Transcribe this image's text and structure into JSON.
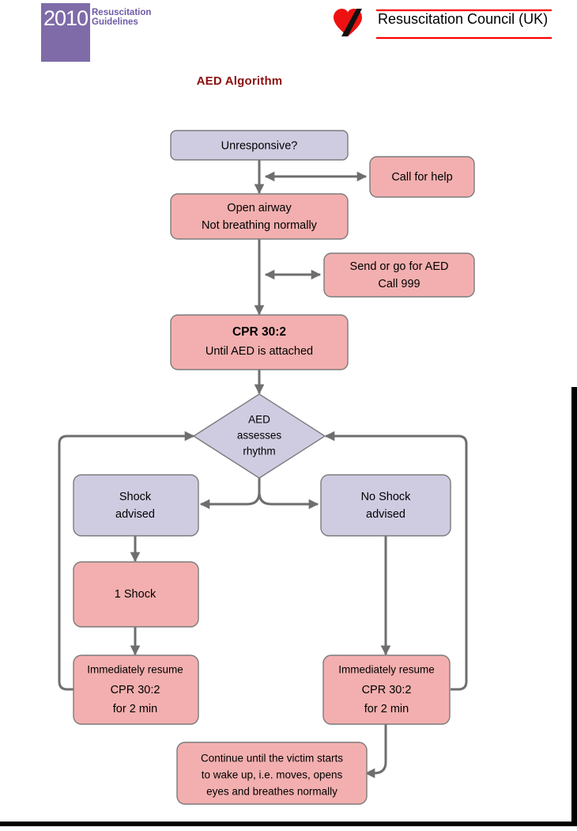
{
  "header": {
    "logo_year": "2010",
    "logo_title_line1": "Resuscitation",
    "logo_title_line2": "Guidelines",
    "council_name": "Resuscitation Council (UK)",
    "logo_purple": "#7E6BA8",
    "logo_text_purple": "#6F5AA6",
    "heart_red": "#EE1111",
    "rule_red": "#FF0000"
  },
  "title": "AED Algorithm",
  "colors": {
    "lavender": "#CFCCE2",
    "pink": "#F3AFAF",
    "box_border": "#7B7B7B",
    "connector": "#6E6E6E",
    "title_dark_red": "#8C1010",
    "page_border": "#000000"
  },
  "chart_data": {
    "type": "diagram",
    "title": "AED Algorithm",
    "nodes": [
      {
        "id": "unresponsive",
        "shape": "rounded-rect",
        "fill": "lavender",
        "lines": [
          "Unresponsive?"
        ]
      },
      {
        "id": "call-for-help",
        "shape": "rounded-rect",
        "fill": "pink",
        "lines": [
          "Call for help"
        ]
      },
      {
        "id": "open-airway",
        "shape": "rounded-rect",
        "fill": "pink",
        "lines": [
          "Open airway",
          "Not breathing normally"
        ]
      },
      {
        "id": "send-for-aed",
        "shape": "rounded-rect",
        "fill": "pink",
        "lines": [
          "Send or go for AED",
          "Call 999"
        ]
      },
      {
        "id": "cpr-30-2",
        "shape": "rounded-rect",
        "fill": "pink",
        "lines": [
          "CPR 30:2",
          "Until AED is attached"
        ]
      },
      {
        "id": "aed-assesses",
        "shape": "diamond",
        "fill": "lavender",
        "lines": [
          "AED",
          "assesses",
          "rhythm"
        ]
      },
      {
        "id": "shock-advised",
        "shape": "rounded-rect",
        "fill": "lavender",
        "lines": [
          "Shock",
          "advised"
        ]
      },
      {
        "id": "no-shock-advised",
        "shape": "rounded-rect",
        "fill": "lavender",
        "lines": [
          "No Shock",
          "advised"
        ]
      },
      {
        "id": "one-shock",
        "shape": "rounded-rect",
        "fill": "pink",
        "lines": [
          "1 Shock"
        ]
      },
      {
        "id": "resume-cpr-left",
        "shape": "rounded-rect",
        "fill": "pink",
        "lines": [
          "Immediately resume",
          "CPR 30:2",
          "for 2 min"
        ]
      },
      {
        "id": "resume-cpr-right",
        "shape": "rounded-rect",
        "fill": "pink",
        "lines": [
          "Immediately resume",
          "CPR 30:2",
          "for 2 min"
        ]
      },
      {
        "id": "continue-until",
        "shape": "rounded-rect",
        "fill": "pink",
        "lines": [
          "Continue until the victim starts",
          "to wake up, i.e. moves, opens",
          "eyes and breathes normally"
        ]
      }
    ],
    "edges": [
      {
        "from": "unresponsive",
        "to": "open-airway",
        "arrow": "single"
      },
      {
        "from": "unresponsive",
        "to": "call-for-help",
        "arrow": "double"
      },
      {
        "from": "open-airway",
        "to": "cpr-30-2",
        "arrow": "single"
      },
      {
        "from": "open-airway",
        "to": "send-for-aed",
        "arrow": "double"
      },
      {
        "from": "cpr-30-2",
        "to": "aed-assesses",
        "arrow": "single"
      },
      {
        "from": "aed-assesses",
        "to": "shock-advised",
        "arrow": "single"
      },
      {
        "from": "aed-assesses",
        "to": "no-shock-advised",
        "arrow": "single"
      },
      {
        "from": "shock-advised",
        "to": "one-shock",
        "arrow": "single"
      },
      {
        "from": "one-shock",
        "to": "resume-cpr-left",
        "arrow": "single"
      },
      {
        "from": "resume-cpr-left",
        "to": "aed-assesses",
        "arrow": "single"
      },
      {
        "from": "no-shock-advised",
        "to": "resume-cpr-right",
        "arrow": "single"
      },
      {
        "from": "resume-cpr-right",
        "to": "aed-assesses",
        "arrow": "single"
      },
      {
        "from": "resume-cpr-right",
        "to": "continue-until",
        "arrow": "single"
      }
    ]
  },
  "nodes": {
    "unresponsive": {
      "l1": "Unresponsive?"
    },
    "call_for_help": {
      "l1": "Call for help"
    },
    "open_airway": {
      "l1": "Open airway",
      "l2": "Not breathing normally"
    },
    "send_for_aed": {
      "l1": "Send or go for AED",
      "l2": "Call 999"
    },
    "cpr": {
      "l1": "CPR 30:2",
      "l2": "Until AED is attached"
    },
    "aed_assesses": {
      "l1": "AED",
      "l2": "assesses",
      "l3": "rhythm"
    },
    "shock_advised": {
      "l1": "Shock",
      "l2": "advised"
    },
    "no_shock_advised": {
      "l1": "No Shock",
      "l2": "advised"
    },
    "one_shock": {
      "l1": "1 Shock"
    },
    "resume_left": {
      "l1": "Immediately resume",
      "l2": "CPR 30:2",
      "l3": "for 2 min"
    },
    "resume_right": {
      "l1": "Immediately resume",
      "l2": "CPR 30:2",
      "l3": "for 2 min"
    },
    "continue_until": {
      "l1": "Continue until the victim starts",
      "l2": "to wake up, i.e. moves, opens",
      "l3": "eyes and breathes normally"
    }
  }
}
